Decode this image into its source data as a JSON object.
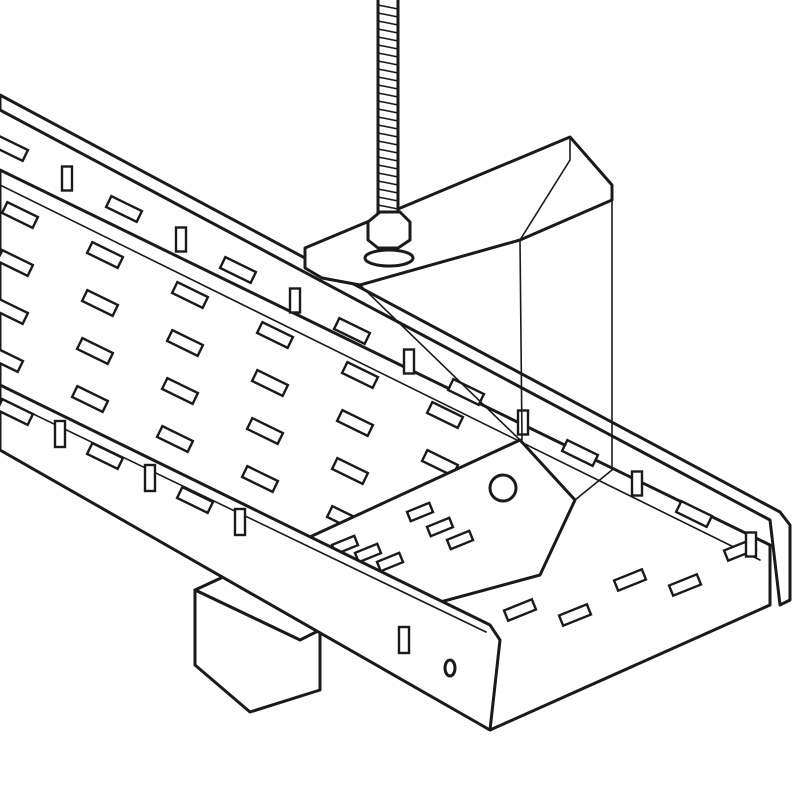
{
  "colors": {
    "line": "#1a1a1a",
    "background": "#ffffff"
  },
  "parts": [
    "threaded-rod",
    "hex-nut",
    "hanger-bracket",
    "cable-tray",
    "support-plate"
  ]
}
